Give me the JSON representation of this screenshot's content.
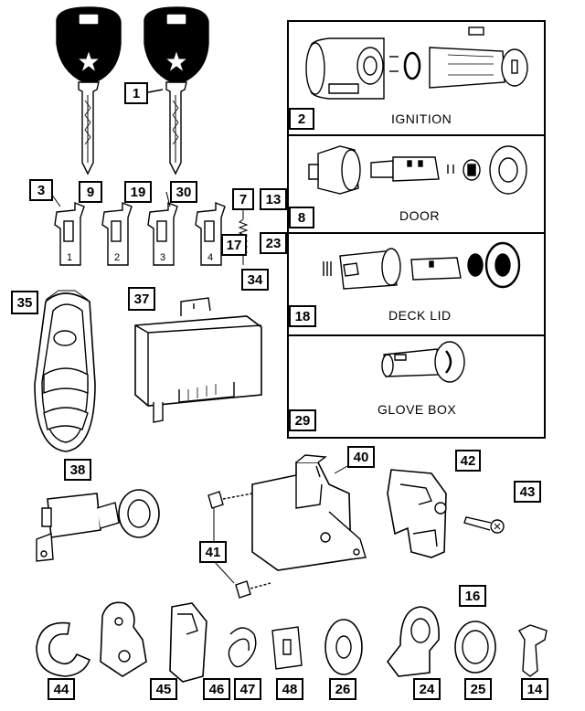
{
  "panels": {
    "ignition": {
      "label": "IGNITION",
      "callout": "2"
    },
    "door": {
      "label": "DOOR",
      "callout": "8"
    },
    "deck_lid": {
      "label": "DECK LID",
      "callout": "18"
    },
    "glove_box": {
      "label": "GLOVE BOX",
      "callout": "29"
    }
  },
  "tumbler_numbers": [
    "1",
    "2",
    "3",
    "4"
  ],
  "callouts": {
    "c1": "1",
    "c3": "3",
    "c9": "9",
    "c19": "19",
    "c30": "30",
    "c7": "7",
    "c13": "13",
    "c17": "17",
    "c23": "23",
    "c34": "34",
    "c35": "35",
    "c37": "37",
    "c38": "38",
    "c40": "40",
    "c41": "41",
    "c42": "42",
    "c43": "43",
    "c16": "16",
    "c44": "44",
    "c45": "45",
    "c46": "46",
    "c47": "47",
    "c48": "48",
    "c26": "26",
    "c24": "24",
    "c25": "25",
    "c14": "14"
  },
  "plain_labels": {
    "p3": "3",
    "p9": "9",
    "p19": "19",
    "p30": "30"
  }
}
